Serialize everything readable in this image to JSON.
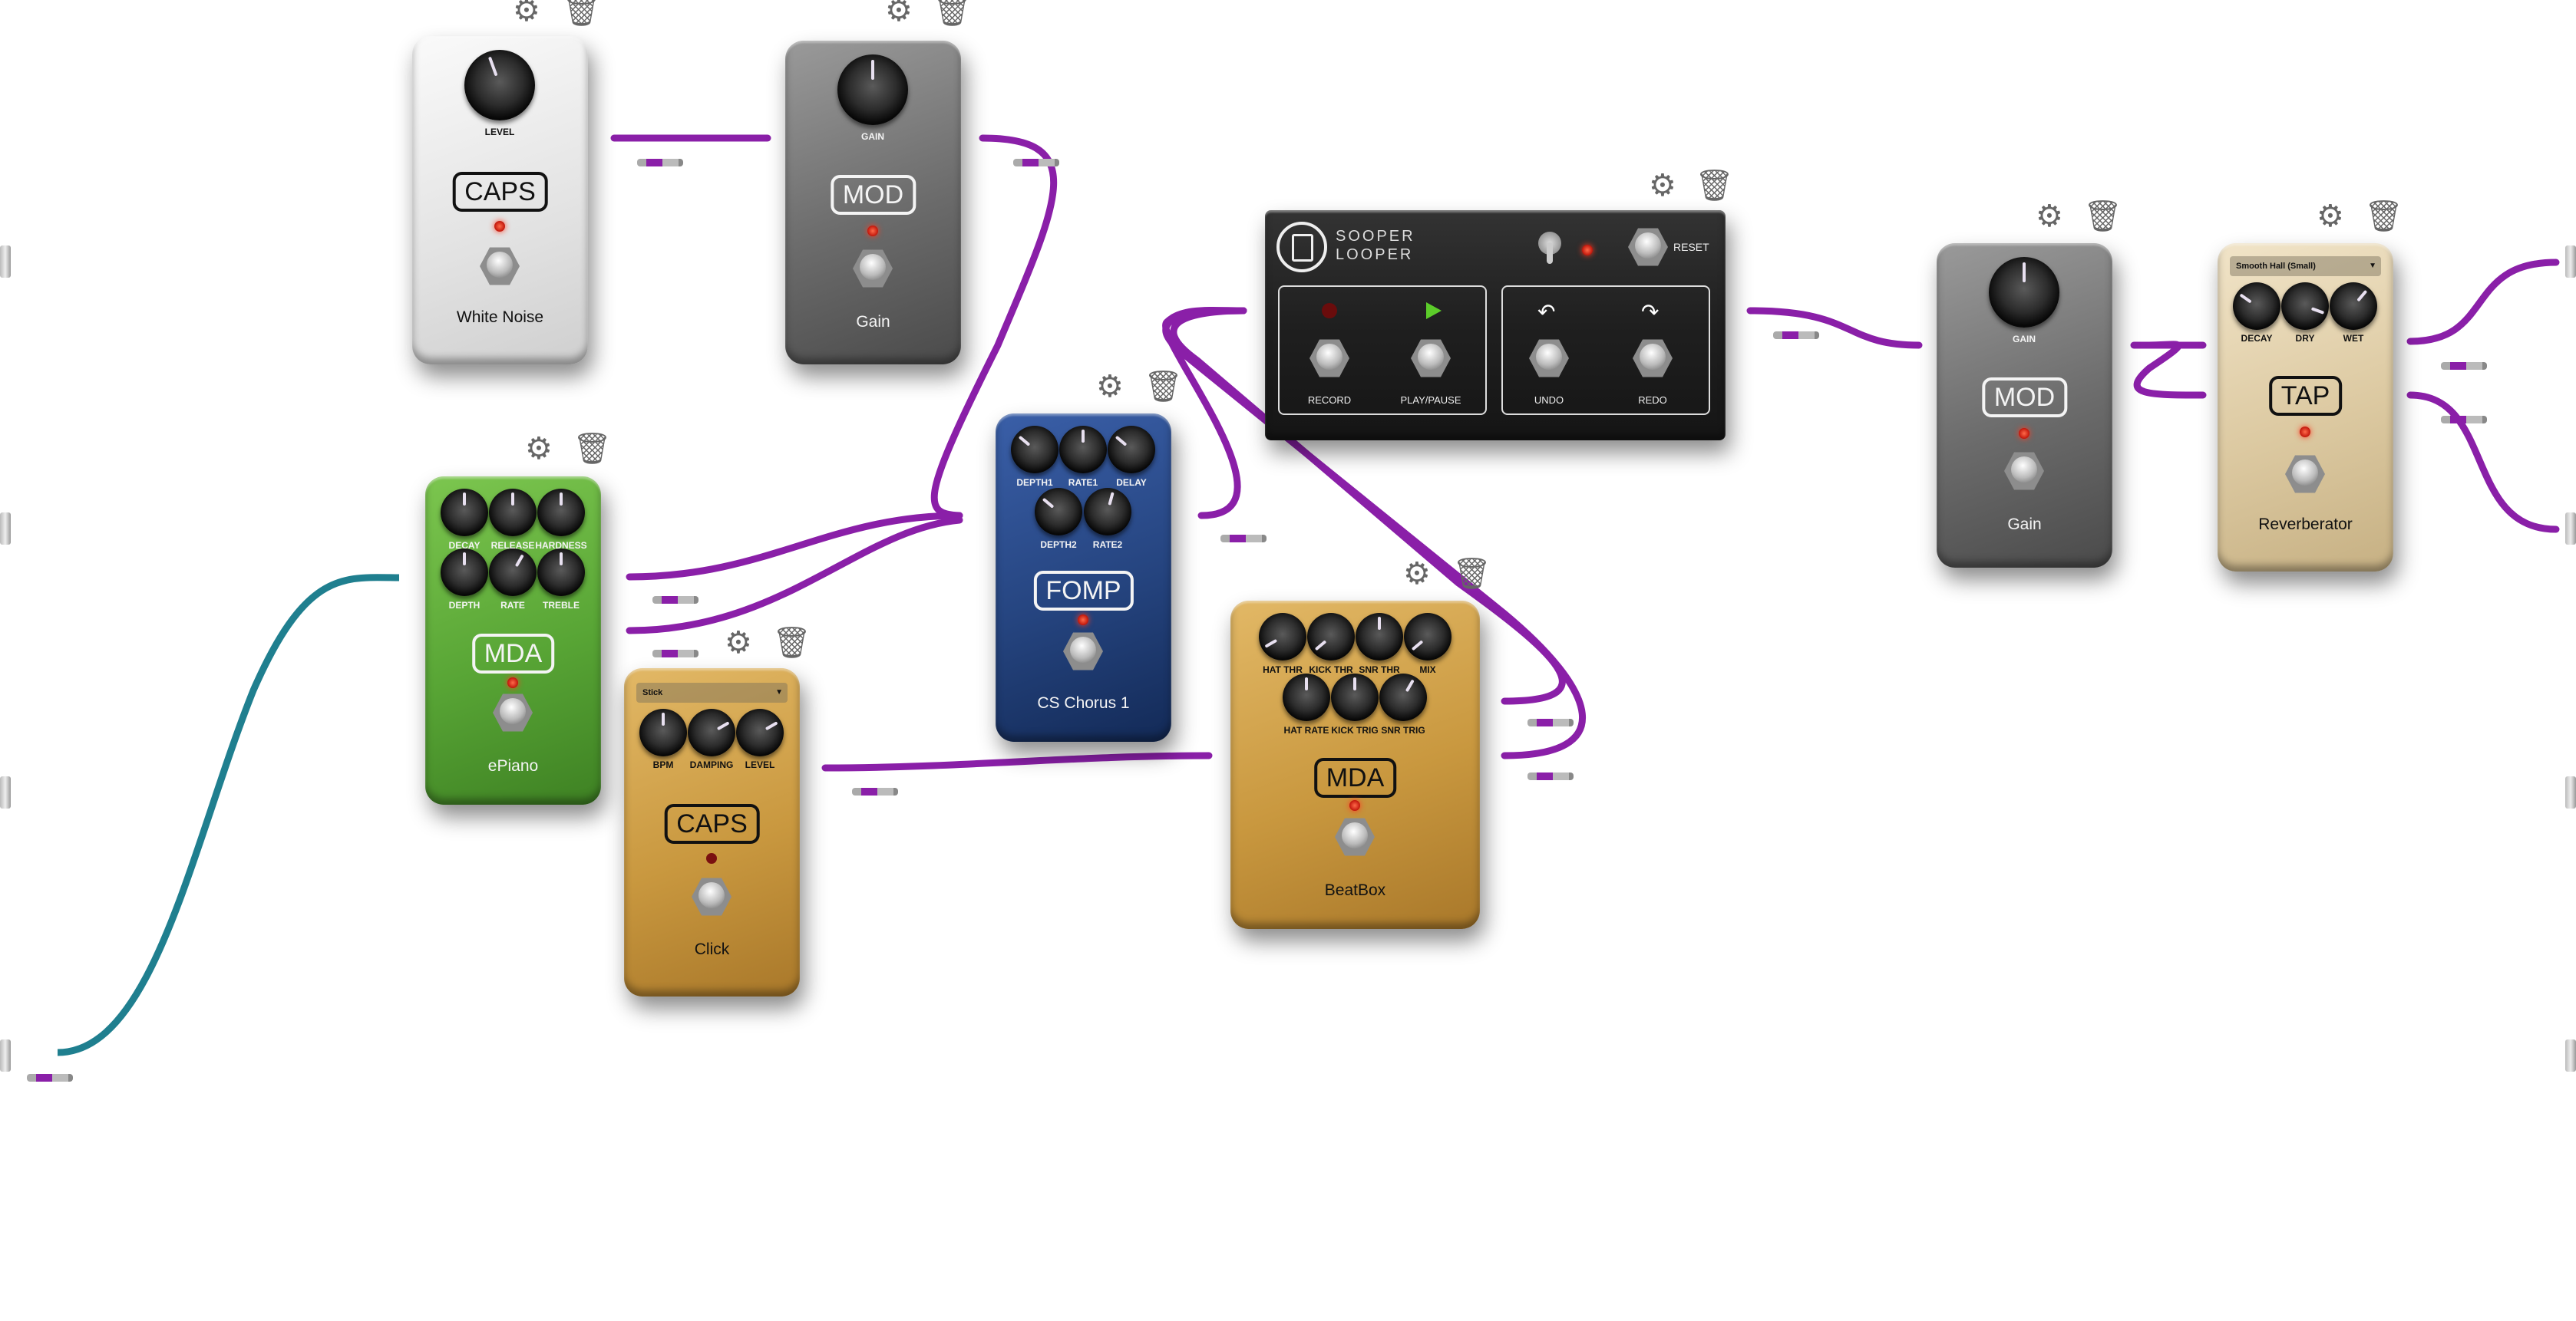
{
  "pedals": {
    "white_noise": {
      "brand": "CAPS",
      "name": "White Noise",
      "knobs": [
        "LEVEL"
      ]
    },
    "gain_1": {
      "brand": "MOD",
      "name": "Gain",
      "knobs": [
        "GAIN"
      ]
    },
    "epiano": {
      "brand": "MDA",
      "name": "ePiano",
      "knobs": [
        "DECAY",
        "RELEASE",
        "HARDNESS",
        "DEPTH",
        "RATE",
        "TREBLE"
      ]
    },
    "click": {
      "brand": "CAPS",
      "name": "Click",
      "preset": "Stick",
      "knobs": [
        "BPM",
        "DAMPING",
        "LEVEL"
      ]
    },
    "chorus": {
      "brand": "FOMP",
      "name": "CS Chorus 1",
      "knobs": [
        "DEPTH1",
        "RATE1",
        "DELAY",
        "DEPTH2",
        "RATE2"
      ]
    },
    "beatbox": {
      "brand": "MDA",
      "name": "BeatBox",
      "knobs": [
        "HAT THR",
        "KICK THR",
        "SNR THR",
        "MIX",
        "HAT RATE",
        "KICK TRIG",
        "SNR TRIG"
      ]
    },
    "gain_2": {
      "brand": "MOD",
      "name": "Gain",
      "knobs": [
        "GAIN"
      ]
    },
    "reverb": {
      "brand": "TAP",
      "name": "Reverberator",
      "preset": "Smooth Hall (Small)",
      "knobs": [
        "DECAY",
        "DRY",
        "WET"
      ]
    },
    "looper": {
      "title_line1": "SOOPER",
      "title_line2": "LOOPER",
      "reset": "RESET",
      "buttons": [
        "RECORD",
        "PLAY/PAUSE",
        "UNDO",
        "REDO"
      ]
    }
  },
  "icons": {
    "settings": "gear-icon",
    "remove": "trash-icon"
  },
  "colors": {
    "cable": "#8a1fa8",
    "midi_cable": "#1f7f8f",
    "led": "#e0301a",
    "play": "#5ccc2a"
  }
}
